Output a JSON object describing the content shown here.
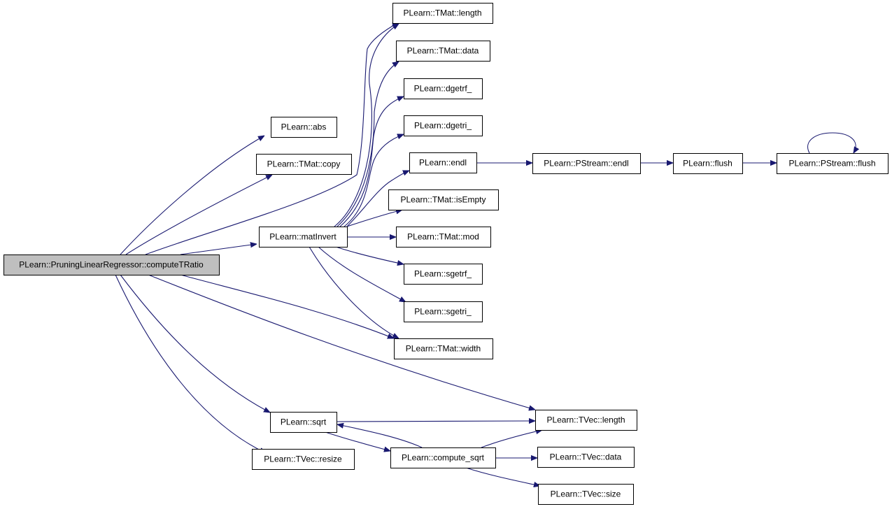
{
  "nodes": [
    {
      "id": "root",
      "label": "PLearn::PruningLinearRegressor::computeTRatio",
      "root": true
    },
    {
      "id": "abs",
      "label": "PLearn::abs"
    },
    {
      "id": "copy",
      "label": "PLearn::TMat::copy"
    },
    {
      "id": "matInvert",
      "label": "PLearn::matInvert"
    },
    {
      "id": "tmat_length",
      "label": "PLearn::TMat::length"
    },
    {
      "id": "tmat_data",
      "label": "PLearn::TMat::data"
    },
    {
      "id": "dgetrf",
      "label": "PLearn::dgetrf_"
    },
    {
      "id": "dgetri",
      "label": "PLearn::dgetri_"
    },
    {
      "id": "endl",
      "label": "PLearn::endl"
    },
    {
      "id": "pstream_endl",
      "label": "PLearn::PStream::endl"
    },
    {
      "id": "flush",
      "label": "PLearn::flush"
    },
    {
      "id": "pstream_flush",
      "label": "PLearn::PStream::flush"
    },
    {
      "id": "isEmpty",
      "label": "PLearn::TMat::isEmpty"
    },
    {
      "id": "mod",
      "label": "PLearn::TMat::mod"
    },
    {
      "id": "sgetrf",
      "label": "PLearn::sgetrf_"
    },
    {
      "id": "sgetri",
      "label": "PLearn::sgetri_"
    },
    {
      "id": "tmat_width",
      "label": "PLearn::TMat::width"
    },
    {
      "id": "sqrt",
      "label": "PLearn::sqrt"
    },
    {
      "id": "resize",
      "label": "PLearn::TVec::resize"
    },
    {
      "id": "compute_sqrt",
      "label": "PLearn::compute_sqrt"
    },
    {
      "id": "tvec_length",
      "label": "PLearn::TVec::length"
    },
    {
      "id": "tvec_data",
      "label": "PLearn::TVec::data"
    },
    {
      "id": "tvec_size",
      "label": "PLearn::TVec::size"
    }
  ],
  "edges": [
    [
      "root",
      "abs"
    ],
    [
      "root",
      "copy"
    ],
    [
      "root",
      "matInvert"
    ],
    [
      "root",
      "tmat_length"
    ],
    [
      "root",
      "tmat_width"
    ],
    [
      "root",
      "tvec_length"
    ],
    [
      "root",
      "sqrt"
    ],
    [
      "root",
      "resize"
    ],
    [
      "matInvert",
      "tmat_length"
    ],
    [
      "matInvert",
      "tmat_data"
    ],
    [
      "matInvert",
      "dgetrf"
    ],
    [
      "matInvert",
      "dgetri"
    ],
    [
      "matInvert",
      "endl"
    ],
    [
      "matInvert",
      "isEmpty"
    ],
    [
      "matInvert",
      "mod"
    ],
    [
      "matInvert",
      "sgetrf"
    ],
    [
      "matInvert",
      "sgetri"
    ],
    [
      "matInvert",
      "tmat_width"
    ],
    [
      "endl",
      "pstream_endl"
    ],
    [
      "pstream_endl",
      "flush"
    ],
    [
      "flush",
      "pstream_flush"
    ],
    [
      "pstream_flush",
      "pstream_flush"
    ],
    [
      "sqrt",
      "tvec_length"
    ],
    [
      "sqrt",
      "compute_sqrt"
    ],
    [
      "compute_sqrt",
      "sqrt"
    ],
    [
      "compute_sqrt",
      "tvec_length"
    ],
    [
      "compute_sqrt",
      "tvec_data"
    ],
    [
      "compute_sqrt",
      "tvec_size"
    ]
  ],
  "colors": {
    "edge": "#191970",
    "root_fill": "#bfbfbf",
    "node_fill": "#ffffff"
  }
}
